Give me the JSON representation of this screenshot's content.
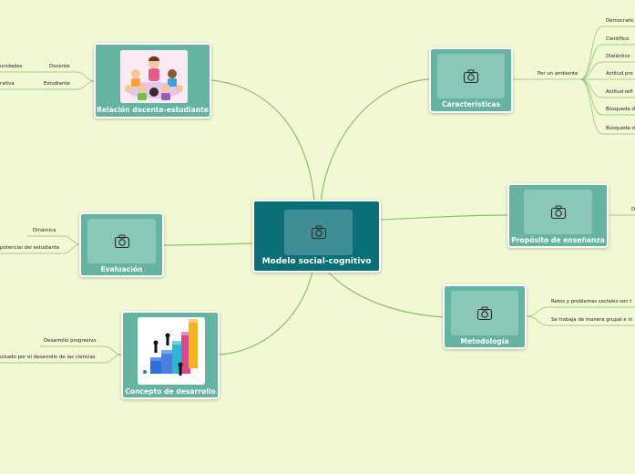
{
  "central": {
    "label": "Modelo social-cognitivo",
    "icon": "camera-icon"
  },
  "branches": {
    "relacion": {
      "label": "Relación docente-estudiante",
      "image": "classroom-illustration"
    },
    "caracteristicas": {
      "label": "Características",
      "icon": "camera-icon"
    },
    "proposito": {
      "label": "Propósito de enseñanza",
      "icon": "camera-icon"
    },
    "evaluacion": {
      "label": "Evaluación",
      "icon": "camera-icon"
    },
    "metodologia": {
      "label": "Metodología",
      "icon": "camera-icon"
    },
    "concepto": {
      "label": "Concepto de desarrollo",
      "image": "business-growth-illustration"
    }
  },
  "leaves": {
    "docente": "Docente",
    "estudiante": "Estudiante",
    "comunidades": "unidades",
    "rativa": "rativa",
    "por_un_ambiente": "Por un ambiente",
    "democratico": "Democratic",
    "cientifico": "Científico",
    "dialectico": "Dialéctico",
    "actitud_pro": "Actitud pro",
    "actitud_ref": "Actitud refl",
    "busqueda1": "Búsqueda d",
    "busqueda2": "Búsqueda d",
    "proposito_d": "D",
    "dinamica": "Dinámica",
    "potencial": "potencial del estudiante",
    "retos": "Retos y problemas sociales son t",
    "trabajo": "Se trabaja de manera grupal e in",
    "desarrollo_progresivo": "Desarrollo progresivo",
    "impulsado": "ulsado por el desarrollo de las ciencias"
  }
}
